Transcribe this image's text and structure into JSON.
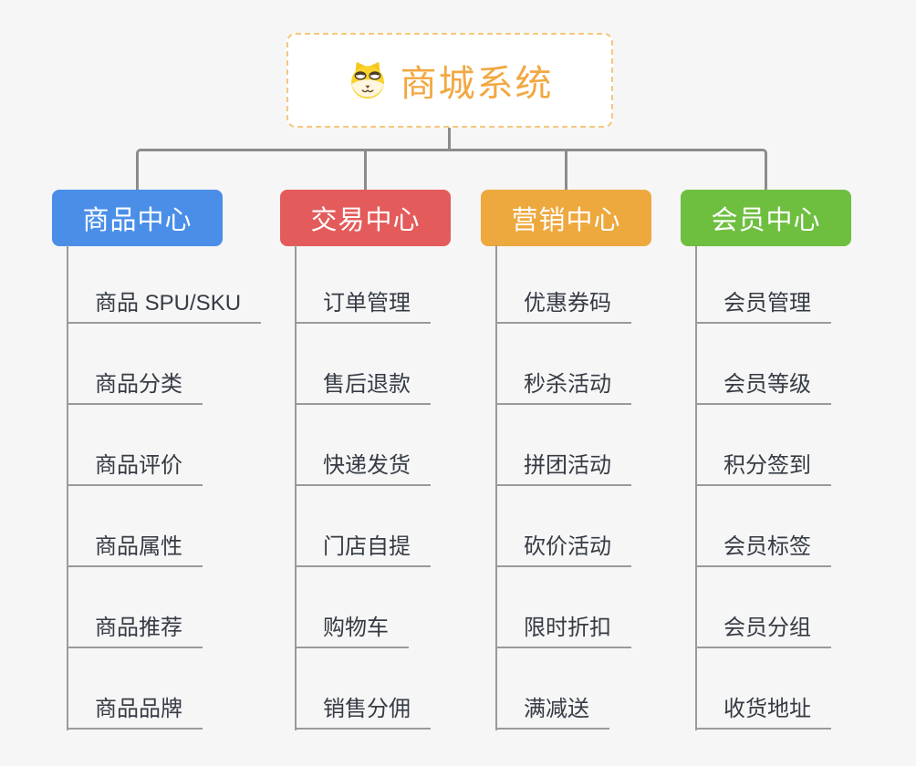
{
  "root": {
    "title": "商城系统",
    "icon": "dog-face-icon"
  },
  "branches": [
    {
      "label": "商品中心",
      "color": "#4A8EE8",
      "children": [
        "商品 SPU/SKU",
        "商品分类",
        "商品评价",
        "商品属性",
        "商品推荐",
        "商品品牌"
      ]
    },
    {
      "label": "交易中心",
      "color": "#E45B5B",
      "children": [
        "订单管理",
        "售后退款",
        "快递发货",
        "门店自提",
        "购物车",
        "销售分佣"
      ]
    },
    {
      "label": "营销中心",
      "color": "#EDA83E",
      "children": [
        "优惠券码",
        "秒杀活动",
        "拼团活动",
        "砍价活动",
        "限时折扣",
        "满减送"
      ]
    },
    {
      "label": "会员中心",
      "color": "#6EBF40",
      "children": [
        "会员管理",
        "会员等级",
        "积分签到",
        "会员标签",
        "会员分组",
        "收货地址"
      ]
    }
  ],
  "colors": {
    "background": "#F6F6F6",
    "root_text": "#F2A842",
    "root_border": "#F4C87E",
    "connector": "#8C8C8C",
    "leaf_underline": "#9A9A9A",
    "leaf_text": "#363B44"
  }
}
